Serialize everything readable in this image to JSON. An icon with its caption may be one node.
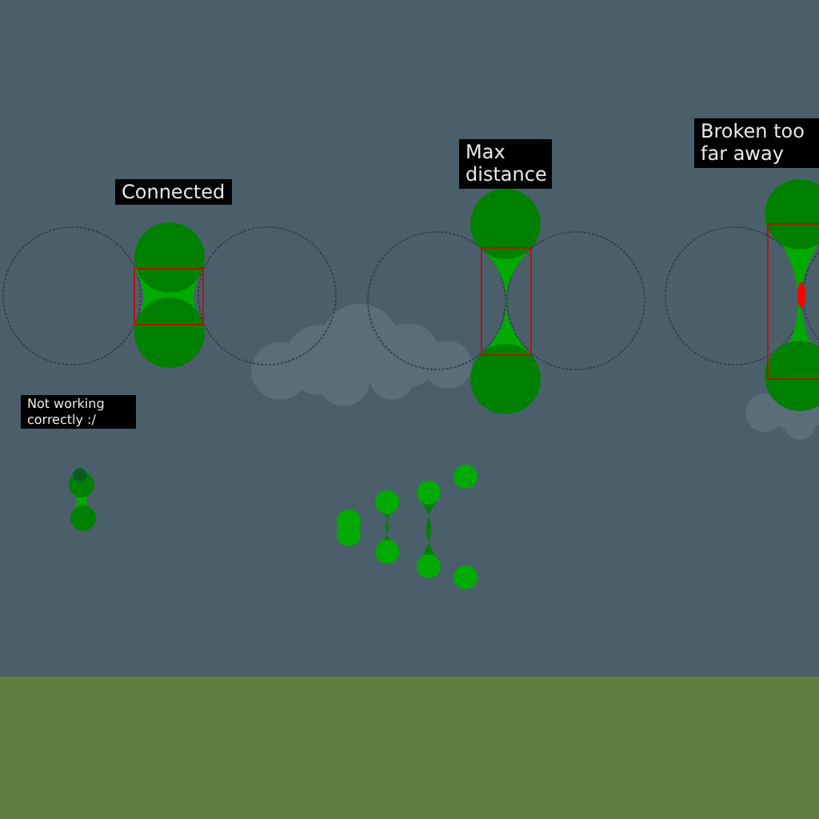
{
  "diagram": {
    "labels": [
      "Connected",
      "Max distance",
      "Broken too far away",
      "Not working correctly :/"
    ]
  }
}
